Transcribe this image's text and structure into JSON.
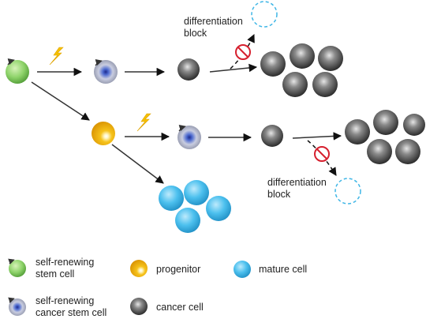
{
  "labels": {
    "block_top": [
      "differentiation",
      "block"
    ],
    "block_bottom": [
      "differentiation",
      "block"
    ]
  },
  "legend": {
    "stem_cell": [
      "self-renewing",
      "stem cell"
    ],
    "progenitor": "progenitor",
    "mature_cell": "mature cell",
    "cancer_stem_cell": [
      "self-renewing",
      "cancer stem cell"
    ],
    "cancer_cell": "cancer cell"
  },
  "colors": {
    "stem_green": "#8ed36a",
    "progenitor_gold": "#f2b400",
    "mature_blue": "#3fb6e6",
    "cancer_dark": "#3a3a3a",
    "cancer_stem_blue": "#2b3fa0",
    "block_red": "#d6202e",
    "arrow": "#333333",
    "lightning": "#f5c000"
  }
}
